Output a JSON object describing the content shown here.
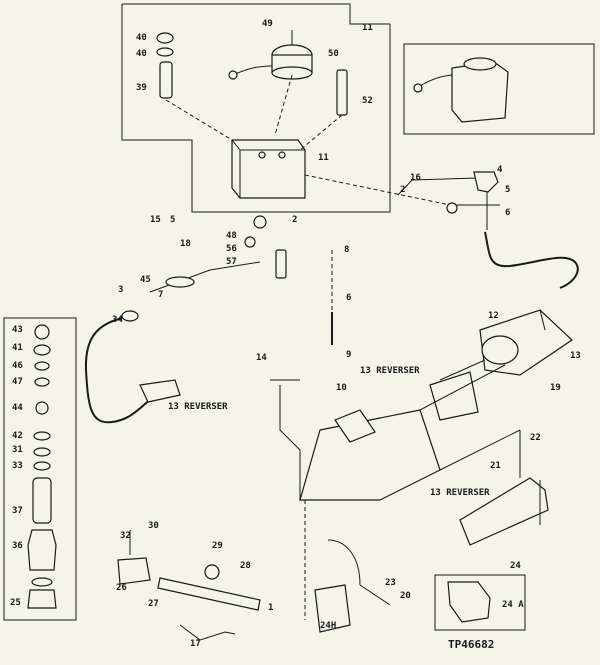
{
  "callouts": [
    {
      "id": "c-49-top",
      "text": "49"
    },
    {
      "id": "c-50-top",
      "text": "50"
    },
    {
      "id": "c-11-top",
      "text": "11"
    },
    {
      "id": "c-40a",
      "text": "40"
    },
    {
      "id": "c-40b",
      "text": "40"
    },
    {
      "id": "c-39",
      "text": "39"
    },
    {
      "id": "c-52",
      "text": "52"
    },
    {
      "id": "c-11-mid",
      "text": "11"
    },
    {
      "id": "c-16",
      "text": "16"
    },
    {
      "id": "c-2a",
      "text": "2"
    },
    {
      "id": "c-4",
      "text": "4"
    },
    {
      "id": "c-5",
      "text": "5"
    },
    {
      "id": "c-6",
      "text": "6"
    },
    {
      "id": "c-15",
      "text": "15"
    },
    {
      "id": "c-5b",
      "text": "5"
    },
    {
      "id": "c-2b",
      "text": "2"
    },
    {
      "id": "c-18",
      "text": "18"
    },
    {
      "id": "c-48",
      "text": "48"
    },
    {
      "id": "c-56",
      "text": "56"
    },
    {
      "id": "c-57",
      "text": "57"
    },
    {
      "id": "c-8",
      "text": "8"
    },
    {
      "id": "c-45",
      "text": "45"
    },
    {
      "id": "c-7",
      "text": "7"
    },
    {
      "id": "c-3",
      "text": "3"
    },
    {
      "id": "c-34",
      "text": "34"
    },
    {
      "id": "c-6b",
      "text": "6"
    },
    {
      "id": "c-9",
      "text": "9"
    },
    {
      "id": "c-12",
      "text": "12"
    },
    {
      "id": "c-43",
      "text": "43"
    },
    {
      "id": "c-41",
      "text": "41"
    },
    {
      "id": "c-46",
      "text": "46"
    },
    {
      "id": "c-47",
      "text": "47"
    },
    {
      "id": "c-44",
      "text": "44"
    },
    {
      "id": "c-42",
      "text": "42"
    },
    {
      "id": "c-31",
      "text": "31"
    },
    {
      "id": "c-33",
      "text": "33"
    },
    {
      "id": "c-37",
      "text": "37"
    },
    {
      "id": "c-36",
      "text": "36"
    },
    {
      "id": "c-14",
      "text": "14"
    },
    {
      "id": "c-10",
      "text": "10"
    },
    {
      "id": "c-13",
      "text": "13"
    },
    {
      "id": "c-19",
      "text": "19"
    },
    {
      "id": "c-22",
      "text": "22"
    },
    {
      "id": "c-21",
      "text": "21"
    },
    {
      "id": "c-23",
      "text": "23"
    },
    {
      "id": "c-20",
      "text": "20"
    },
    {
      "id": "c-24",
      "text": "24"
    },
    {
      "id": "c-24a",
      "text": "24 A"
    },
    {
      "id": "c-25",
      "text": "25"
    },
    {
      "id": "c-26",
      "text": "26"
    },
    {
      "id": "c-27",
      "text": "27"
    },
    {
      "id": "c-28",
      "text": "28"
    },
    {
      "id": "c-29",
      "text": "29"
    },
    {
      "id": "c-30",
      "text": "30"
    },
    {
      "id": "c-32",
      "text": "32"
    },
    {
      "id": "c-1",
      "text": "1"
    },
    {
      "id": "c-17",
      "text": "17"
    },
    {
      "id": "c-24h",
      "text": "24H"
    }
  ],
  "ref_labels": {
    "rev_a": "13 REVERSER",
    "rev_b": "13 REVERSER",
    "rev_c": "13 REVERSER"
  },
  "figure_code": "TP46682"
}
